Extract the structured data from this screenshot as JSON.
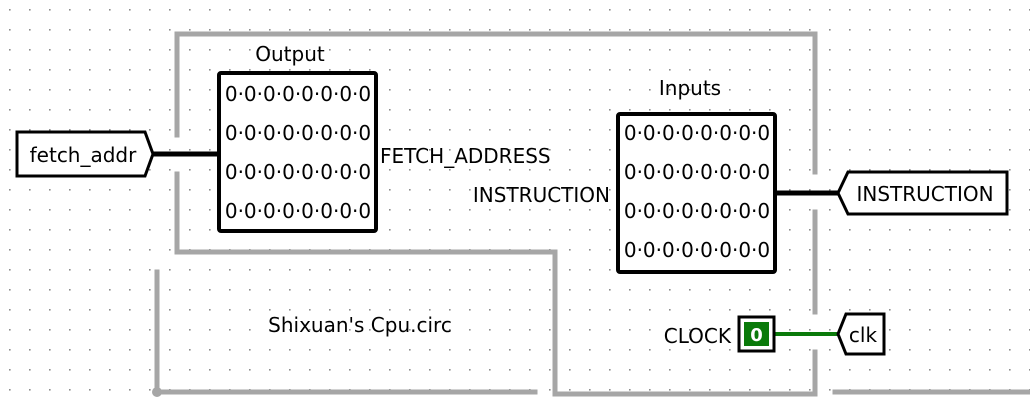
{
  "output_block": {
    "title": "Output",
    "rows": [
      "0·0·0·0·0·0·0·0",
      "0·0·0·0·0·0·0·0",
      "0·0·0·0·0·0·0·0",
      "0·0·0·0·0·0·0·0"
    ]
  },
  "inputs_block": {
    "title": "Inputs",
    "rows": [
      "0·0·0·0·0·0·0·0",
      "0·0·0·0·0·0·0·0",
      "0·0·0·0·0·0·0·0",
      "0·0·0·0·0·0·0·0"
    ]
  },
  "pins": {
    "fetch_addr": "fetch_addr",
    "instruction": "INSTRUCTION",
    "clk": "clk"
  },
  "labels": {
    "fetch_address": "FETCH_ADDRESS",
    "instruction": "INSTRUCTION",
    "clock": "CLOCK",
    "circuit_name": "Shixuan's Cpu.circ"
  },
  "clock_value": "0",
  "colors": {
    "wire": "#000000",
    "clock_wire": "#0a7a0a",
    "boundary": "#a6a6a6",
    "grid_dot": "#8c8c8c"
  }
}
